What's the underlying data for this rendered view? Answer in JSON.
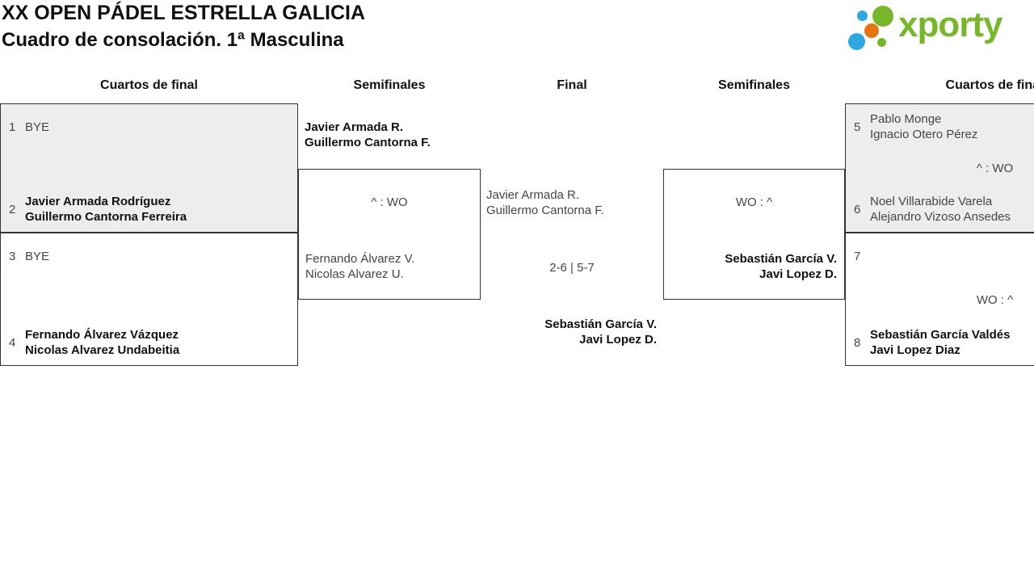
{
  "header": {
    "title": "XX OPEN PÁDEL ESTRELLA GALICIA",
    "subtitle": "Cuadro de consolación. 1ª Masculina",
    "logo_text": "xporty"
  },
  "colors": {
    "logo_green": "#76b82a",
    "logo_blue": "#2ba9e0",
    "logo_orange": "#e8730e",
    "shaded_box": "#ededed",
    "box_border": "#333333",
    "primary_text": "#111111",
    "secondary_text": "#454545"
  },
  "round_headers": {
    "left_quarterfinals": "Cuartos de final",
    "left_semifinals": "Semifinales",
    "final": "Final",
    "right_semifinals": "Semifinales",
    "right_quarterfinals": "Cuartos de final"
  },
  "quarterfinals": {
    "left_top": {
      "top_seed": "1",
      "top_team": [
        "BYE"
      ],
      "bottom_seed": "2",
      "bottom_team": [
        "Javier Armada Rodríguez",
        "Guillermo Cantorna Ferreira"
      ]
    },
    "left_bottom": {
      "top_seed": "3",
      "top_team": [
        "BYE"
      ],
      "bottom_seed": "4",
      "bottom_team": [
        "Fernando Álvarez Vázquez",
        "Nicolas Alvarez Undabeitia"
      ]
    },
    "right_top": {
      "top_seed": "5",
      "top_team": [
        "Pablo Monge",
        "Ignacio Otero Pérez"
      ],
      "score": "^ : WO",
      "bottom_seed": "6",
      "bottom_team": [
        "Noel Villarabide Varela",
        "Alejandro Vizoso Ansedes"
      ]
    },
    "right_bottom": {
      "top_seed": "7",
      "top_team": [],
      "score": "WO : ^",
      "bottom_seed": "8",
      "bottom_team": [
        "Sebastián García Valdés",
        "Javi Lopez Diaz"
      ]
    }
  },
  "semifinals": {
    "left": {
      "top_team": [
        "Javier Armada R.",
        "Guillermo Cantorna F."
      ],
      "score": "^ : WO",
      "bottom_team": [
        "Fernando Álvarez V.",
        "Nicolas Alvarez U."
      ]
    },
    "right": {
      "score": "WO : ^",
      "bottom_team": [
        "Sebastián García V.",
        "Javi Lopez D."
      ]
    }
  },
  "final": {
    "top_team": [
      "Javier Armada R.",
      "Guillermo Cantorna F."
    ],
    "score": "2-6 | 5-7",
    "winner_team": [
      "Sebastián García V.",
      "Javi Lopez D."
    ]
  }
}
